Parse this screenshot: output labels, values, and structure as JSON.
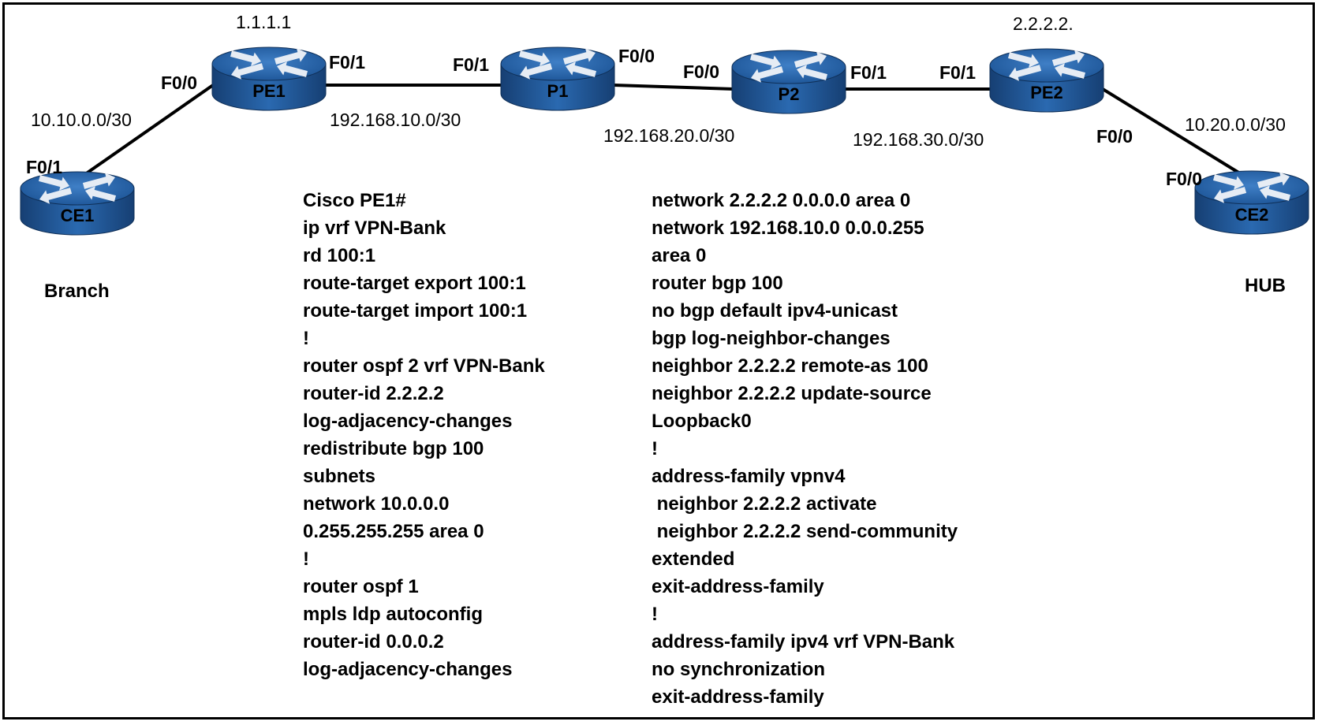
{
  "routers": [
    {
      "id": "ce1",
      "name": "CE1",
      "color": "#1f5fa8"
    },
    {
      "id": "pe1",
      "name": "PE1",
      "color": "#1f5fa8"
    },
    {
      "id": "p1",
      "name": "P1",
      "color": "#1f5fa8"
    },
    {
      "id": "p2",
      "name": "P2",
      "color": "#1f5fa8"
    },
    {
      "id": "pe2",
      "name": "PE2",
      "color": "#1f5fa8"
    },
    {
      "id": "ce2",
      "name": "CE2",
      "color": "#1f5fa8"
    }
  ],
  "sites": {
    "branch": "Branch",
    "hub": "HUB"
  },
  "loopbacks": {
    "pe1": "1.1.1.1",
    "pe2": "2.2.2.2."
  },
  "subnets": {
    "ce1_pe1": "10.10.0.0/30",
    "pe1_p1": "192.168.10.0/30",
    "p1_p2": "192.168.20.0/30",
    "p2_pe2": "192.168.30.0/30",
    "pe2_ce2": "10.20.0.0/30"
  },
  "interfaces": {
    "ce1_f01": "F0/1",
    "pe1_f00": "F0/0",
    "pe1_f01": "F0/1",
    "p1_f01": "F0/1",
    "p1_f00": "F0/0",
    "p2_f00": "F0/0",
    "p2_f01": "F0/1",
    "pe2_f01": "F0/1",
    "pe2_f00": "F0/0",
    "ce2_f00": "F0/0"
  },
  "config_left": [
    "Cisco PE1#",
    "ip vrf VPN-Bank",
    "rd 100:1",
    "route-target export 100:1",
    "route-target import 100:1",
    "!",
    "router ospf 2 vrf VPN-Bank",
    "router-id 2.2.2.2",
    "log-adjacency-changes",
    "redistribute bgp 100",
    "subnets",
    "network 10.0.0.0",
    "0.255.255.255 area 0",
    "!",
    "router ospf 1",
    "mpls ldp autoconfig",
    "router-id 0.0.0.2",
    "log-adjacency-changes"
  ],
  "config_right": [
    "network 2.2.2.2 0.0.0.0 area 0",
    "network 192.168.10.0 0.0.0.255",
    "area 0",
    "router bgp 100",
    "no bgp default ipv4-unicast",
    "bgp log-neighbor-changes",
    "neighbor 2.2.2.2 remote-as 100",
    "neighbor 2.2.2.2 update-source",
    "Loopback0",
    "!",
    "address-family vpnv4",
    " neighbor 2.2.2.2 activate",
    " neighbor 2.2.2.2 send-community",
    "extended",
    "exit-address-family",
    "!",
    "address-family ipv4 vrf VPN-Bank",
    "no synchronization",
    "exit-address-family"
  ]
}
